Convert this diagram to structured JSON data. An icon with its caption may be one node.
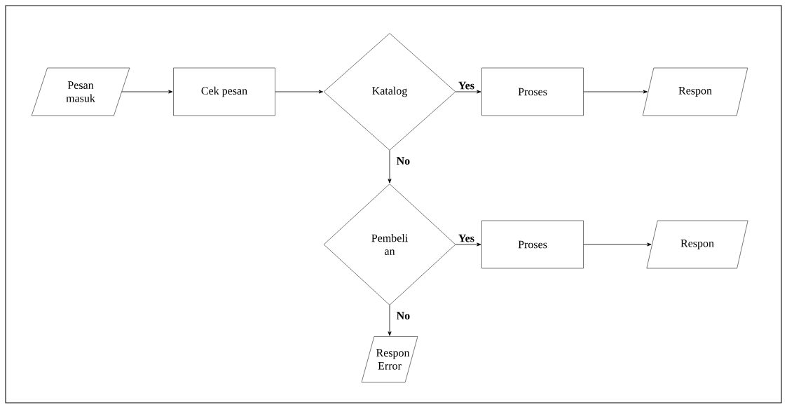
{
  "diagram": {
    "nodes": [
      {
        "text": [
          "Pesan masuk"
        ]
      },
      {
        "text": [
          "Cek pesan"
        ]
      },
      {
        "text": [
          "Katalog"
        ]
      },
      {
        "text": [
          "Proses"
        ]
      },
      {
        "text": [
          "Respon"
        ]
      },
      {
        "text": [
          "Pembeli an"
        ]
      },
      {
        "text": [
          "Proses"
        ]
      },
      {
        "text": [
          "Respon"
        ]
      },
      {
        "text": [
          "Respon Error"
        ]
      }
    ],
    "edges": [
      {
        "from": 0,
        "to": 1,
        "arrow": "to"
      },
      {
        "from": 1,
        "to": 2,
        "arrow": "to"
      },
      {
        "from": 2,
        "to": 3,
        "arrow": "to",
        "label": "Yes"
      },
      {
        "from": 3,
        "to": 4,
        "arrow": "to"
      },
      {
        "from": 2,
        "to": 5,
        "arrow": "to",
        "label": "No"
      },
      {
        "from": 5,
        "to": 6,
        "arrow": "to",
        "label": "Yes"
      },
      {
        "from": 6,
        "to": 7,
        "arrow": "to"
      },
      {
        "from": 5,
        "to": 8,
        "arrow": "to",
        "label": "No"
      }
    ]
  }
}
